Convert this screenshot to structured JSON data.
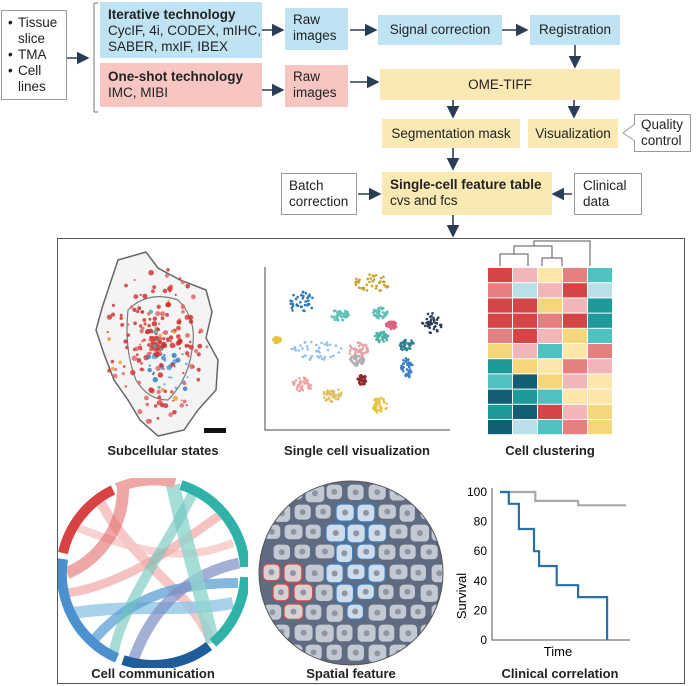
{
  "inputs": {
    "items": [
      "Tissue slice",
      "TMA",
      "Cell lines"
    ]
  },
  "iterative": {
    "title": "Iterative technology",
    "methods_line1": "CycIF, 4i, CODEX, mIHC,",
    "methods_line2": "SABER, mxIF, IBEX"
  },
  "oneshot": {
    "title": "One-shot technology",
    "methods": "IMC, MIBI"
  },
  "raw_images": {
    "line1": "Raw",
    "line2": "images"
  },
  "signal_correction": "Signal correction",
  "registration": "Registration",
  "ome_tiff": "OME-TIFF",
  "segmentation_mask": "Segmentation mask",
  "visualization": "Visualization",
  "quality_control": {
    "line1": "Quality",
    "line2": "control"
  },
  "batch_correction": {
    "line1": "Batch",
    "line2": "correction"
  },
  "feature_table": {
    "title": "Single-cell feature table",
    "subtitle": "cvs and fcs"
  },
  "clinical_data": {
    "line1": "Clinical",
    "line2": "data"
  },
  "panels": {
    "subcellular": "Subcellular states",
    "single_cell_vis": "Single cell visualization",
    "clustering": "Cell clustering",
    "communication": "Cell communication",
    "spatial": "Spatial feature",
    "clinical": "Clinical correlation"
  },
  "survival_chart": {
    "type": "line",
    "ylabel": "Survival",
    "xlabel": "Time",
    "yticks": [
      100,
      80,
      60,
      40,
      20,
      0
    ],
    "ylim": [
      0,
      100
    ],
    "series": [
      {
        "color": "#a9a9a9",
        "points": [
          [
            0,
            100
          ],
          [
            0.28,
            100
          ],
          [
            0.28,
            94
          ],
          [
            0.62,
            94
          ],
          [
            0.62,
            91
          ],
          [
            1.0,
            91
          ]
        ]
      },
      {
        "color": "#2a6fa8",
        "points": [
          [
            0,
            100
          ],
          [
            0.07,
            100
          ],
          [
            0.07,
            92
          ],
          [
            0.15,
            92
          ],
          [
            0.15,
            75
          ],
          [
            0.27,
            75
          ],
          [
            0.27,
            60
          ],
          [
            0.31,
            60
          ],
          [
            0.31,
            50
          ],
          [
            0.45,
            50
          ],
          [
            0.45,
            37
          ],
          [
            0.62,
            37
          ],
          [
            0.62,
            29
          ],
          [
            0.85,
            29
          ],
          [
            0.85,
            0
          ]
        ]
      }
    ]
  },
  "colors": {
    "blue_box": "#bfe3f3",
    "pink_box": "#f7c6c3",
    "yellow_box": "#fbe9b3",
    "arrow": "#2b3d55"
  }
}
